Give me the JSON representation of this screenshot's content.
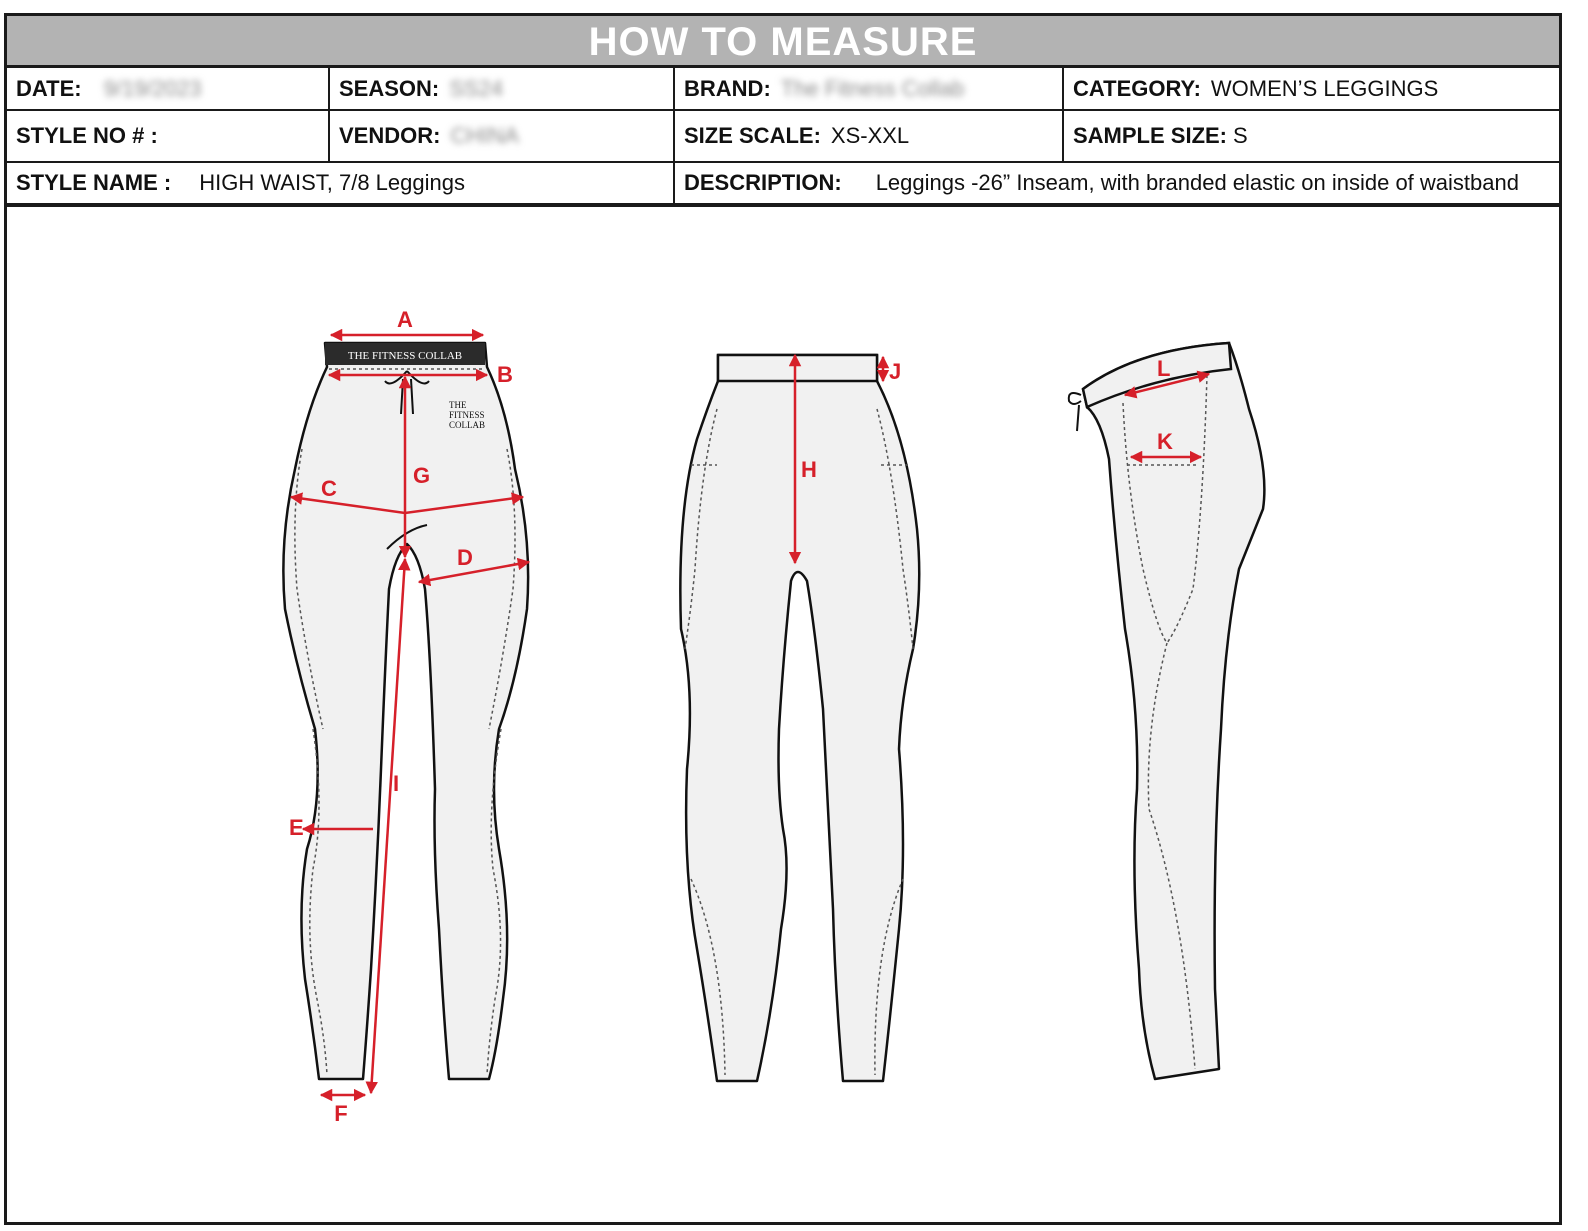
{
  "header": {
    "title": "HOW TO MEASURE"
  },
  "fields": {
    "date": {
      "label": "DATE:",
      "value": "9/19/2023"
    },
    "season": {
      "label": "SEASON:",
      "value": "SS24"
    },
    "brand": {
      "label": "BRAND:",
      "value": "The Fitness Collab"
    },
    "category": {
      "label": "CATEGORY:",
      "value": "WOMEN’S LEGGINGS"
    },
    "style_no": {
      "label": "STYLE NO # :",
      "value": ""
    },
    "vendor": {
      "label": "VENDOR:",
      "value": "CHINA"
    },
    "size_scale": {
      "label": "SIZE SCALE:",
      "value": "XS-XXL"
    },
    "sample_size": {
      "label": "SAMPLE SIZE:",
      "value": "S"
    },
    "style_name": {
      "label": "STYLE NAME :",
      "value": "HIGH WAIST, 7/8 Leggings"
    },
    "description": {
      "label": "DESCRIPTION:",
      "value": "Leggings -26” Inseam, with branded elastic on inside of waistband"
    }
  },
  "drawing": {
    "waistband_text": "THE FITNESS COLLAB",
    "logo_lines": [
      "THE",
      "FITNESS",
      "COLLAB"
    ],
    "points": [
      "A",
      "B",
      "C",
      "D",
      "E",
      "F",
      "G",
      "H",
      "I",
      "J",
      "K",
      "L"
    ]
  },
  "colors": {
    "title_bar": "#b3b3b3",
    "measure_red": "#d6202a",
    "garment_fill": "#f1f1f1"
  }
}
